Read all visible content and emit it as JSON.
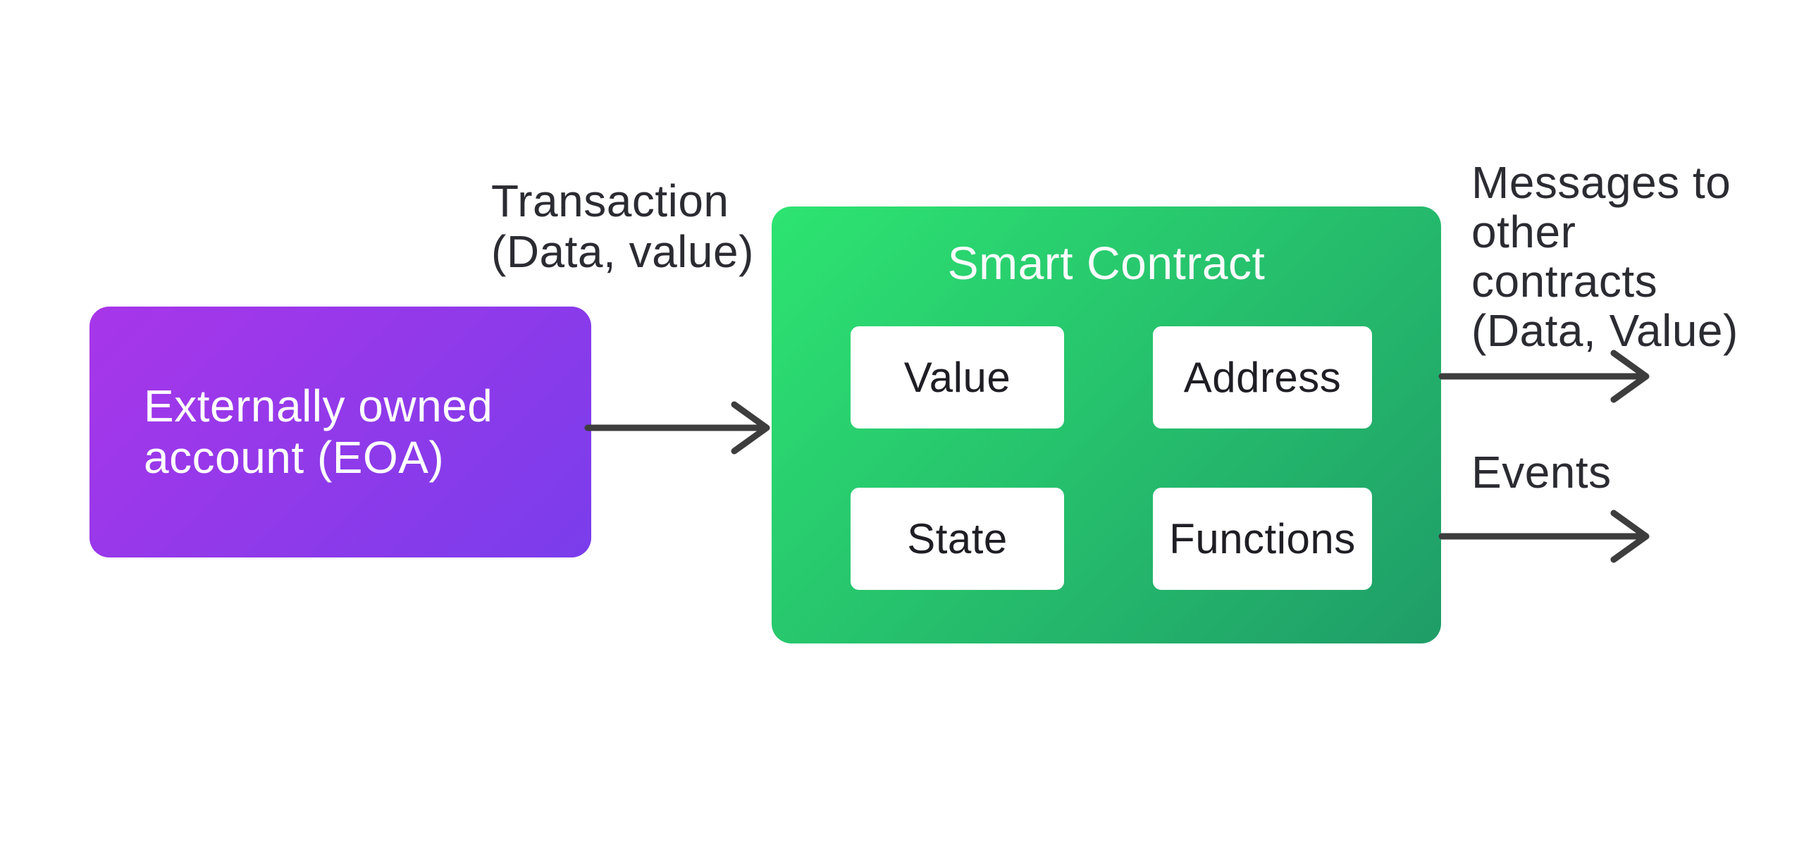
{
  "diagram": {
    "eoa": {
      "label_line1": "Externally owned",
      "label_line2": "account (EOA)"
    },
    "transaction": {
      "line1": "Transaction",
      "line2": "(Data, value)"
    },
    "contract": {
      "title": "Smart Contract",
      "cells": {
        "value": "Value",
        "address": "Address",
        "state": "State",
        "functions": "Functions"
      }
    },
    "messages": {
      "line1": "Messages to",
      "line2": "other",
      "line3": "contracts",
      "line4": "(Data, Value)"
    },
    "events": {
      "label": "Events"
    },
    "colors": {
      "background": "#ffffff",
      "eoa_gradient_start": "#a836e9",
      "eoa_gradient_end": "#7a3deb",
      "contract_gradient_start": "#2de471",
      "contract_gradient_end": "#1f9d68",
      "arrow": "#3d3d3d",
      "label_text": "#2b2b32",
      "eoa_text": "#fefefe",
      "contract_title_text": "#fbfbfd",
      "cell_text": "#1e1e24",
      "cell_background": "#ffffff"
    }
  }
}
